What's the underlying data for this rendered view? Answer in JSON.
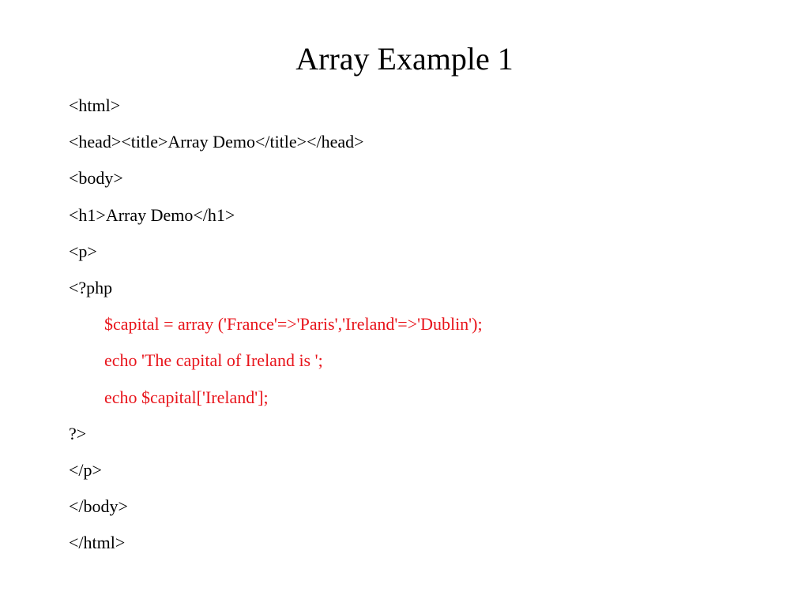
{
  "slide": {
    "title": "Array Example 1",
    "lines": [
      {
        "text": "<html>",
        "indent": false,
        "highlight": false
      },
      {
        "text": "<head><title>Array Demo</title></head>",
        "indent": false,
        "highlight": false
      },
      {
        "text": "<body>",
        "indent": false,
        "highlight": false
      },
      {
        "text": "<h1>Array Demo</h1>",
        "indent": false,
        "highlight": false
      },
      {
        "text": "<p>",
        "indent": false,
        "highlight": false
      },
      {
        "text": "<?php",
        "indent": false,
        "highlight": false
      },
      {
        "text": "$capital = array ('France'=>'Paris','Ireland'=>'Dublin');",
        "indent": true,
        "highlight": true
      },
      {
        "text": "echo 'The capital of Ireland is ';",
        "indent": true,
        "highlight": true
      },
      {
        "text": "echo $capital['Ireland'];",
        "indent": true,
        "highlight": true
      },
      {
        "text": "?>",
        "indent": false,
        "highlight": false
      },
      {
        "text": "</p>",
        "indent": false,
        "highlight": false
      },
      {
        "text": "</body>",
        "indent": false,
        "highlight": false
      },
      {
        "text": "</html>",
        "indent": false,
        "highlight": false
      }
    ]
  },
  "colors": {
    "background": "#ffffff",
    "text": "#000000",
    "php_code": "#e8141b"
  }
}
